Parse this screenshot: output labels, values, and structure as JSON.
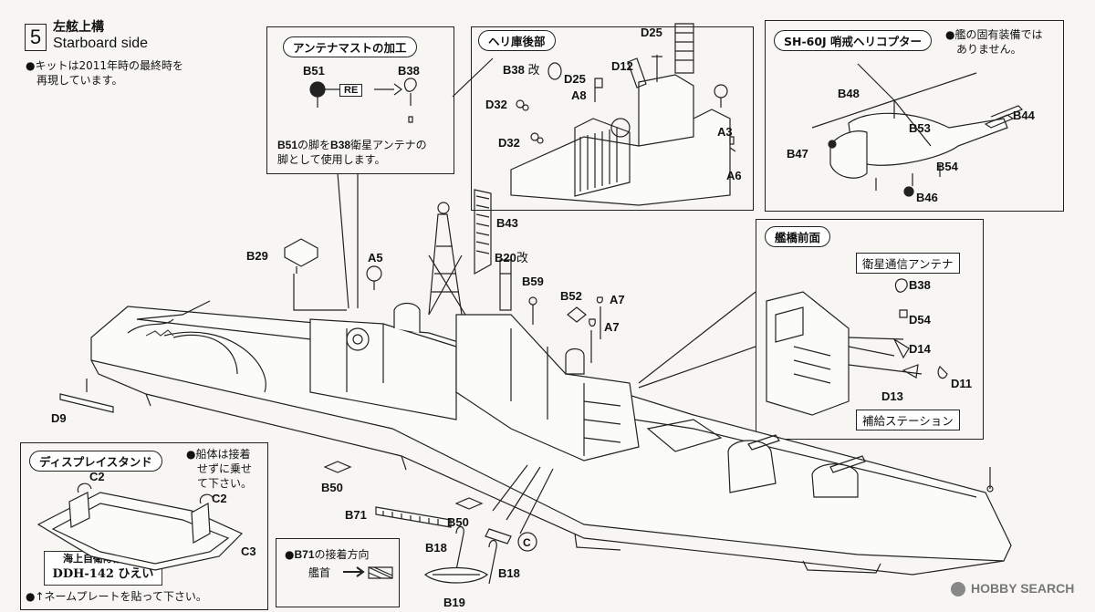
{
  "step": {
    "number": "5",
    "title_jp": "左舷上構",
    "title_en": "Starboard side",
    "note": [
      "●キットは2011年時の最終時を",
      "再現しています。"
    ]
  },
  "antenna_mast": {
    "title": "アンテナマストの加工",
    "from_part": "B51",
    "to_part": "B38",
    "re_label": "RE",
    "note_prefix_part": "B51",
    "note_mid1": "の脚を",
    "note_mid_part": "B38",
    "note_mid2": "衛星アンテナの",
    "note_line2": "脚として使用します。"
  },
  "heli_hangar": {
    "title": "ヘリ庫後部",
    "labels": {
      "d25a": "D25",
      "b38": "B38",
      "kai": "改",
      "d25b": "D25",
      "d12": "D12",
      "a8": "A8",
      "d32a": "D32",
      "d32b": "D32",
      "a3": "A3",
      "a6": "A6"
    }
  },
  "helicopter": {
    "title": "SH-60J 哨戒ヘリコプター",
    "note": [
      "●艦の固有装備では",
      "ありません。"
    ],
    "labels": {
      "b48": "B48",
      "b44": "B44",
      "b53": "B53",
      "b47": "B47",
      "b54": "B54",
      "b46": "B46"
    }
  },
  "bridge_front": {
    "title": "艦橋前面",
    "sat_title": "衛星通信アンテナ",
    "supply_title": "補給ステーション",
    "labels": {
      "b38": "B38",
      "d54": "D54",
      "d14": "D14",
      "d13": "D13",
      "d11": "D11"
    }
  },
  "main_labels": {
    "b43": "B43",
    "b29": "B29",
    "a5": "A5",
    "b20": "B20",
    "b20_suffix": "改",
    "b59": "B59",
    "b52": "B52",
    "a7a": "A7",
    "a7b": "A7",
    "d9": "D9",
    "b50a": "B50",
    "b71": "B71",
    "b50b": "B50",
    "b18a": "B18",
    "b18b": "B18",
    "b19": "B19",
    "c_mark": "C"
  },
  "display_stand": {
    "title": "ディスプレイスタンド",
    "note": [
      "●船体は接着",
      "せずに乗せ",
      "て下さい。"
    ],
    "c2a": "C2",
    "c2b": "C2",
    "c3": "C3",
    "plate_line1": "海上自衛隊護衛艦",
    "plate_line2": "DDH-142 ひえい",
    "footer": "●↑ネームプレートを貼って下さい。"
  },
  "b71_direction": {
    "title_part": "B71",
    "title_rest": "の接着方向",
    "bow": "艦首"
  },
  "watermark": {
    "brand": "HOBBY SEARCH"
  }
}
